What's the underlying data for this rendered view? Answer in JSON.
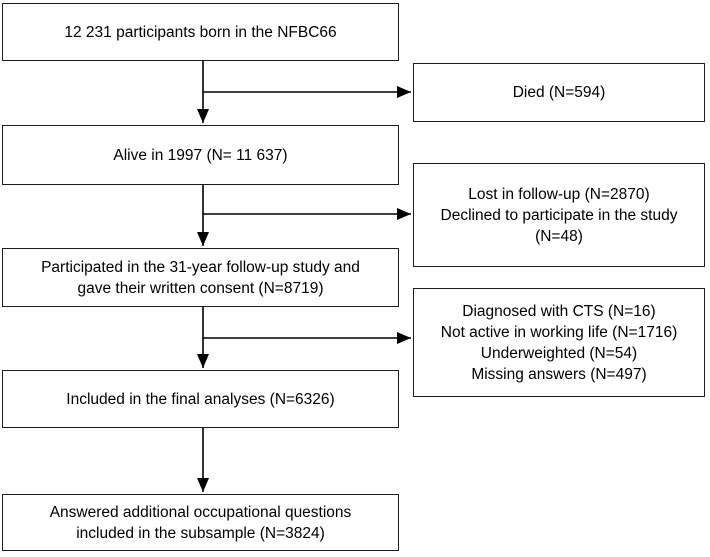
{
  "colors": {
    "background": "#ffffff",
    "box_border": "#1c1c1c",
    "text": "#000000",
    "arrow": "#000000"
  },
  "main_column": {
    "boxes": [
      {
        "id": "born",
        "lines": [
          "12 231 participants born in the NFBC66"
        ]
      },
      {
        "id": "alive",
        "lines": [
          "Alive in 1997 (N= 11 637)"
        ]
      },
      {
        "id": "participated",
        "lines": [
          "Participated in the 31-year follow-up study and",
          "gave their written consent (N=8719)"
        ]
      },
      {
        "id": "included",
        "lines": [
          "Included in the final analyses (N=6326)"
        ]
      },
      {
        "id": "subsample",
        "lines": [
          "Answered additional occupational questions",
          "included in the subsample (N=3824)"
        ]
      }
    ]
  },
  "exclusion_column": {
    "boxes": [
      {
        "id": "died",
        "lines": [
          "Died (N=594)"
        ]
      },
      {
        "id": "lost",
        "lines": [
          "Lost in follow-up (N=2870)",
          "Declined to participate in the study",
          "(N=48)"
        ]
      },
      {
        "id": "excluded",
        "lines": [
          "Diagnosed with CTS (N=16)",
          "Not active in working life (N=1716)",
          "Underweighted (N=54)",
          "Missing answers (N=497)"
        ]
      }
    ]
  }
}
